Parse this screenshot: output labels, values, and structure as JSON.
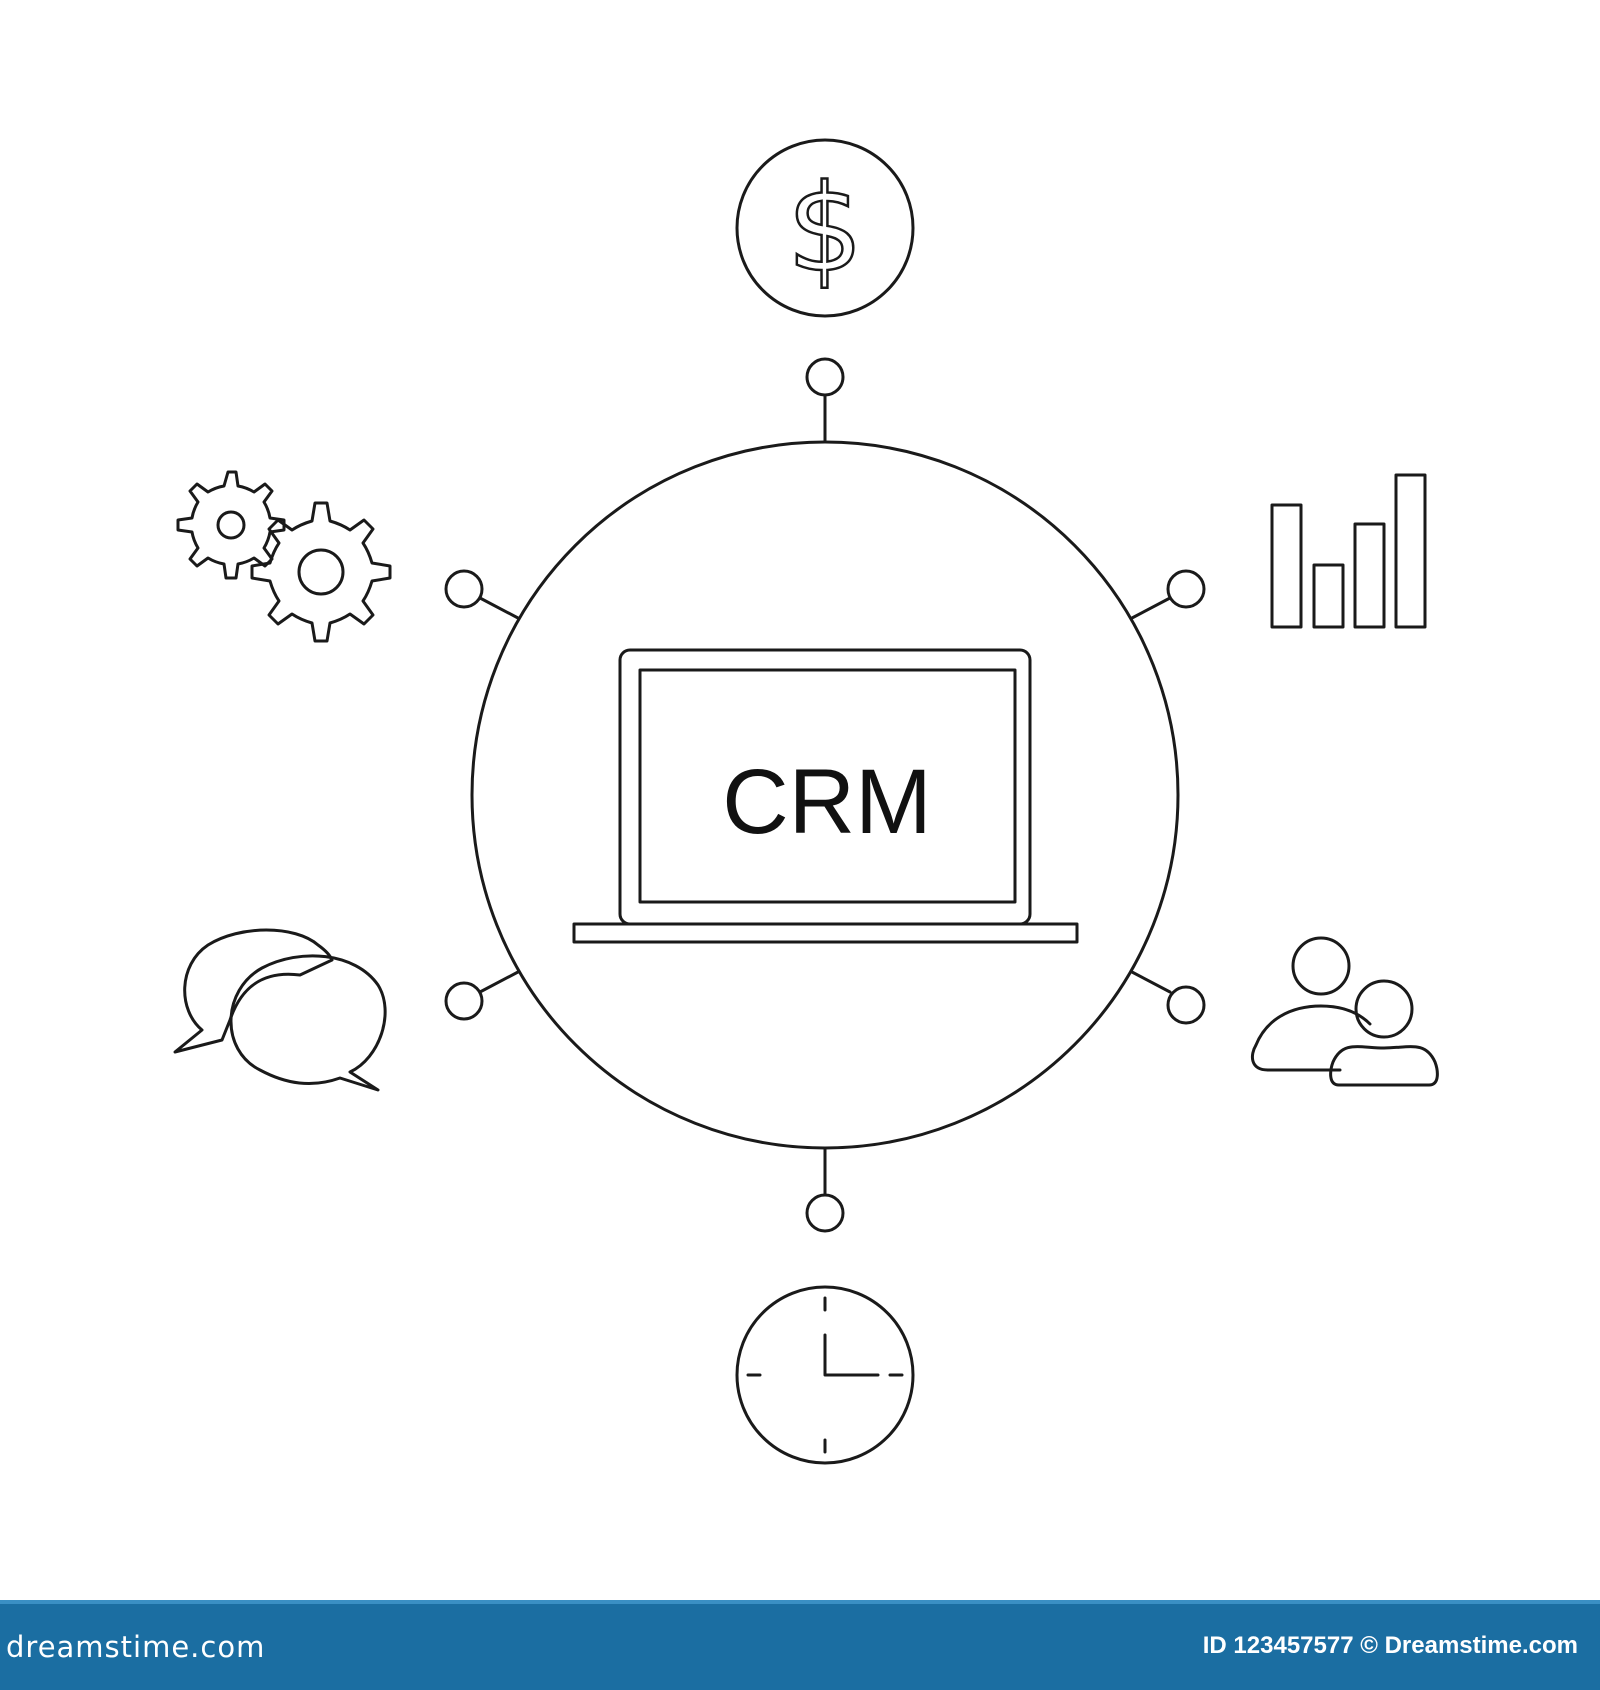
{
  "diagram": {
    "center_label": "CRM",
    "nodes": [
      {
        "position": "top",
        "icon": "dollar-coin-icon",
        "glyph": "$"
      },
      {
        "position": "upper-right",
        "icon": "bar-chart-icon"
      },
      {
        "position": "lower-right",
        "icon": "users-icon"
      },
      {
        "position": "bottom",
        "icon": "clock-icon"
      },
      {
        "position": "lower-left",
        "icon": "chat-bubbles-icon"
      },
      {
        "position": "upper-left",
        "icon": "gears-icon"
      }
    ],
    "colors": {
      "line": "#1a1a1a",
      "background": "#ffffff"
    }
  },
  "footer": {
    "site": "dreamstime.com",
    "id_text": "ID 123457577 © Dreamstime.com",
    "colors": {
      "bar": "#1b6ea2",
      "band": "#3a8fc4",
      "text": "#ffffff"
    }
  }
}
